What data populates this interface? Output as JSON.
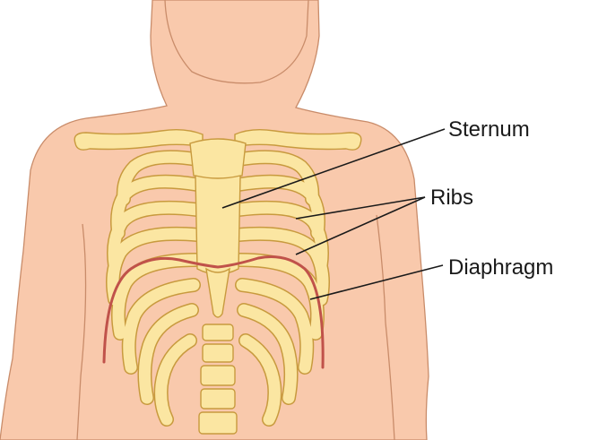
{
  "labels": {
    "sternum": "Sternum",
    "ribs": "Ribs",
    "diaphragm": "Diaphragm"
  },
  "colors": {
    "skin": "#f9c9ac",
    "skin_outline": "#c98c6a",
    "bone": "#fbe6a2",
    "bone_outline": "#c89a3e",
    "diaphragm": "#c0524a",
    "text": "#1a1a1a"
  }
}
